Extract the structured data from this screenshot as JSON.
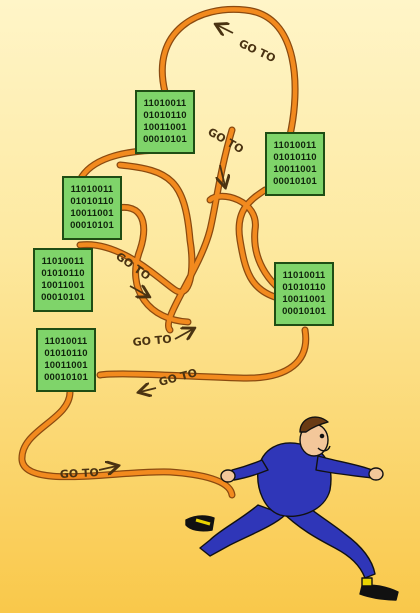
{
  "code_lines": [
    "11010011",
    "01010110",
    "10011001",
    "00010101"
  ],
  "goto_label": "GO TO",
  "colors": {
    "wire": "#f28a1e",
    "wire_outline": "#8a4a10",
    "chip_fill": "#7fd46a",
    "chip_border": "#1f4d14",
    "suit": "#2f36b8",
    "background_top": "#fff5c8",
    "background_bottom": "#f9c84a"
  },
  "chips": [
    {
      "name": "chip-top-center"
    },
    {
      "name": "chip-right-upper"
    },
    {
      "name": "chip-left-upper"
    },
    {
      "name": "chip-left-middle"
    },
    {
      "name": "chip-right-middle"
    },
    {
      "name": "chip-left-lower"
    }
  ],
  "figure": "running-man-pulling-wire"
}
